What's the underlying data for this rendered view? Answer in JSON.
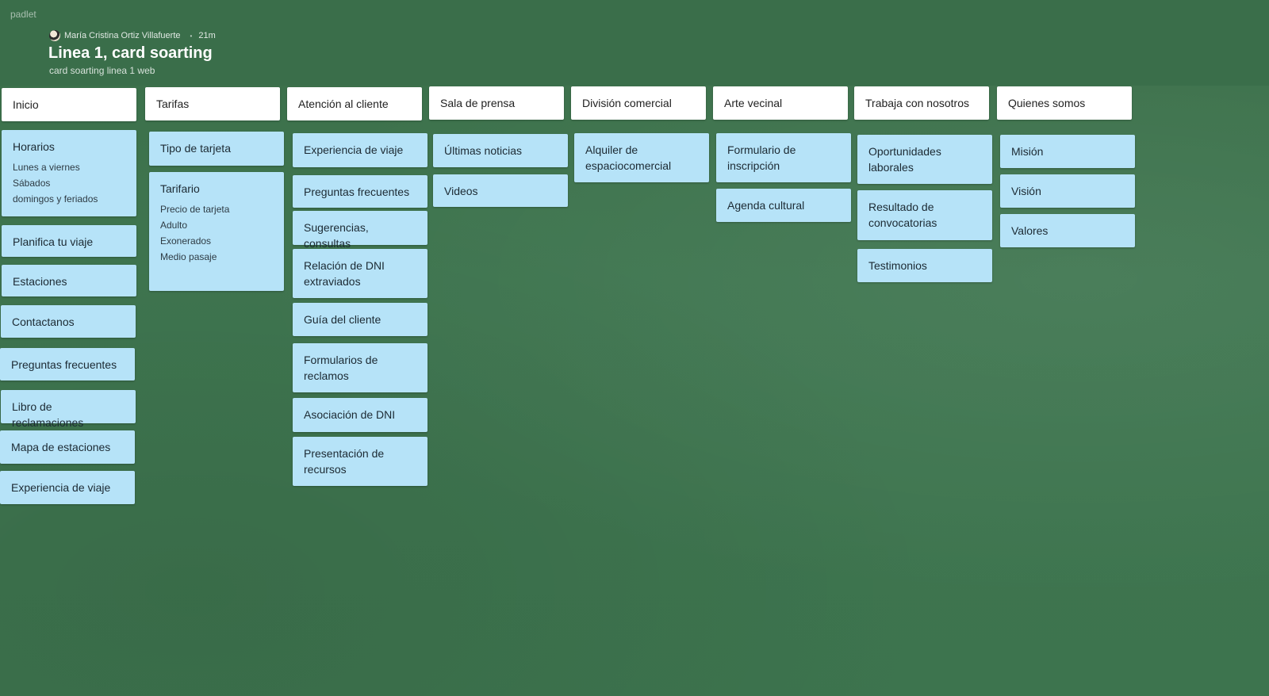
{
  "app": {
    "brand": "padlet"
  },
  "board": {
    "author": "María Cristina Ortiz Villafuerte",
    "time": "21m",
    "title": "Linea 1, card soarting",
    "subtitle": "card soarting linea 1 web"
  },
  "columns": [
    {
      "header": "Inicio",
      "cards": [
        {
          "title": "Horarios",
          "lines": [
            "Lunes a viernes",
            "Sábados",
            "domingos y feriados"
          ]
        },
        {
          "title": "Planifica tu viaje"
        },
        {
          "title": "Estaciones"
        },
        {
          "title": "Contactanos"
        },
        {
          "title": "Preguntas frecuentes"
        },
        {
          "title": "Libro de reclamaciones"
        },
        {
          "title": "Mapa de estaciones"
        },
        {
          "title": "Experiencia de viaje"
        }
      ]
    },
    {
      "header": "Tarifas",
      "cards": [
        {
          "title": "Tipo de tarjeta"
        },
        {
          "title": "Tarifario",
          "lines": [
            "Precio de tarjeta",
            "Adulto",
            "Exonerados",
            "Medio pasaje"
          ]
        }
      ]
    },
    {
      "header": "Atención al cliente",
      "cards": [
        {
          "title": "Experiencia de viaje"
        },
        {
          "title": "Preguntas frecuentes"
        },
        {
          "title": "Sugerencias, consultas"
        },
        {
          "title": "Relación de DNI extraviados"
        },
        {
          "title": "Guía del cliente"
        },
        {
          "title": "Formularios de reclamos"
        },
        {
          "title": "Asociación de DNI"
        },
        {
          "title": "Presentación de recursos"
        }
      ]
    },
    {
      "header": "Sala de prensa",
      "cards": [
        {
          "title": "Últimas noticias"
        },
        {
          "title": "Videos"
        }
      ]
    },
    {
      "header": "División comercial",
      "cards": [
        {
          "title": "Alquiler de espaciocomercial"
        }
      ]
    },
    {
      "header": "Arte vecinal",
      "cards": [
        {
          "title": "Formulario de inscripción"
        },
        {
          "title": "Agenda cultural"
        }
      ]
    },
    {
      "header": "Trabaja con nosotros",
      "cards": [
        {
          "title": "Oportunidades laborales"
        },
        {
          "title": "Resultado de convocatorias"
        },
        {
          "title": "Testimonios"
        }
      ]
    },
    {
      "header": "Quienes somos",
      "cards": [
        {
          "title": "Misión"
        },
        {
          "title": "Visión"
        },
        {
          "title": "Valores"
        }
      ]
    }
  ]
}
